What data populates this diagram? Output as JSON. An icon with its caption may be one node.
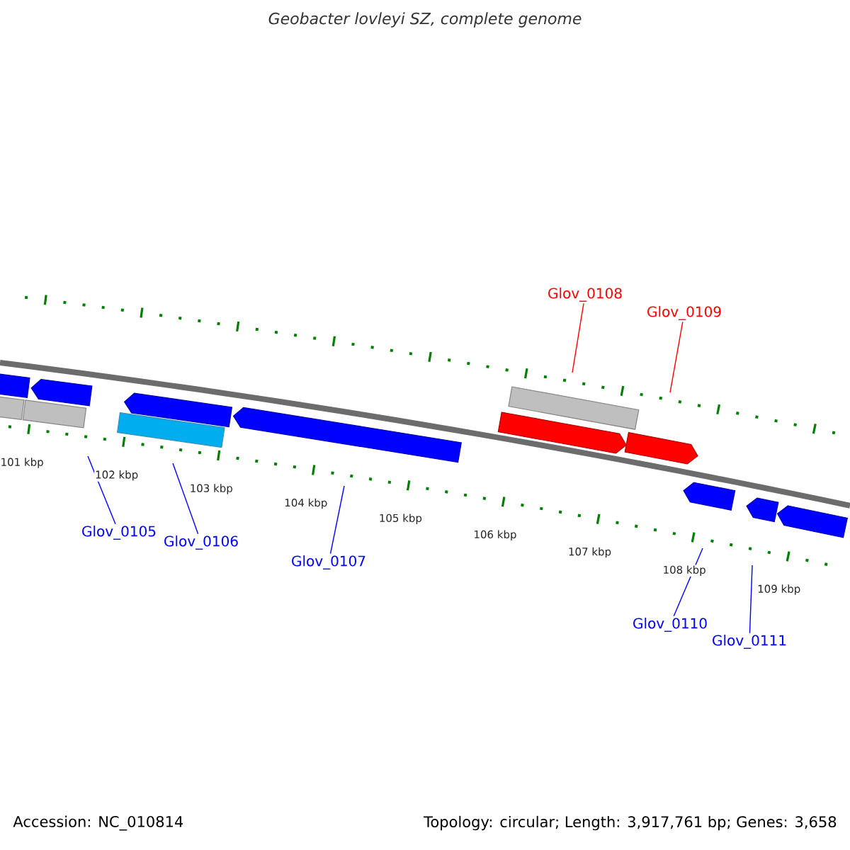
{
  "diagram": {
    "title": "Geobacter lovleyi SZ, complete genome",
    "nodes": [
      {
        "text": [
          "Glov_0105"
        ]
      },
      {
        "text": [
          "Glov_0106"
        ]
      },
      {
        "text": [
          "Glov_0107"
        ]
      },
      {
        "text": [
          "Glov_0108"
        ]
      },
      {
        "text": [
          "Glov_0109"
        ]
      },
      {
        "text": [
          "Glov_0110"
        ]
      },
      {
        "text": [
          "Glov_0111"
        ]
      }
    ],
    "edges": [
      {
        "from": 0,
        "to": null,
        "arrow": "none"
      },
      {
        "from": 1,
        "to": null,
        "arrow": "none"
      },
      {
        "from": 2,
        "to": null,
        "arrow": "none"
      },
      {
        "from": 3,
        "to": null,
        "arrow": "none",
        "color": "#ff0000"
      },
      {
        "from": 4,
        "to": null,
        "arrow": "none",
        "color": "#ff0000"
      },
      {
        "from": 5,
        "to": null,
        "arrow": "none"
      },
      {
        "from": 6,
        "to": null,
        "arrow": "none"
      }
    ],
    "labels": [
      "101 kbp",
      "102 kbp",
      "103 kbp",
      "104 kbp",
      "105 kbp",
      "106 kbp",
      "107 kbp",
      "108 kbp",
      "109 kbp",
      "Accession: NC_010814",
      "Topology: circular; Length: 3,917,761 bp; Genes: 3,658"
    ]
  }
}
